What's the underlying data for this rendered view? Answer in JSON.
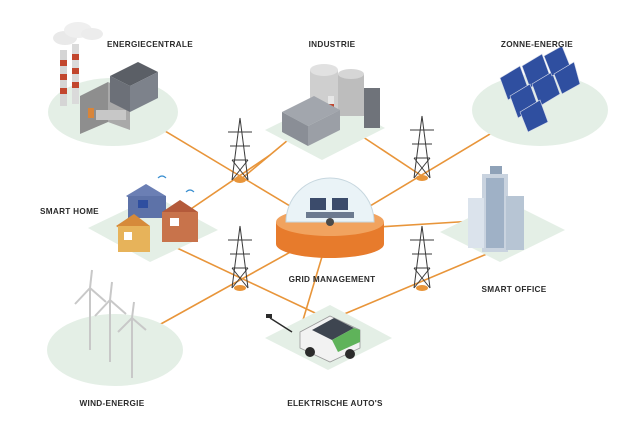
{
  "labels": {
    "power_plant": "ENERGIECENTRALE",
    "industry": "INDUSTRIE",
    "solar": "ZONNE-ENERGIE",
    "smart_home": "SMART HOME",
    "grid_management": "GRID MANAGEMENT",
    "smart_office": "SMART OFFICE",
    "wind": "WIND-ENERGIE",
    "electric_cars": "ELEKTRISCHE AUTO'S"
  },
  "colors": {
    "connector": "#e8953a",
    "tile": "#e4efe6",
    "dome_base": "#e77b2c",
    "car_accent": "#5fb35a",
    "solar_panel": "#2f4fa0"
  }
}
